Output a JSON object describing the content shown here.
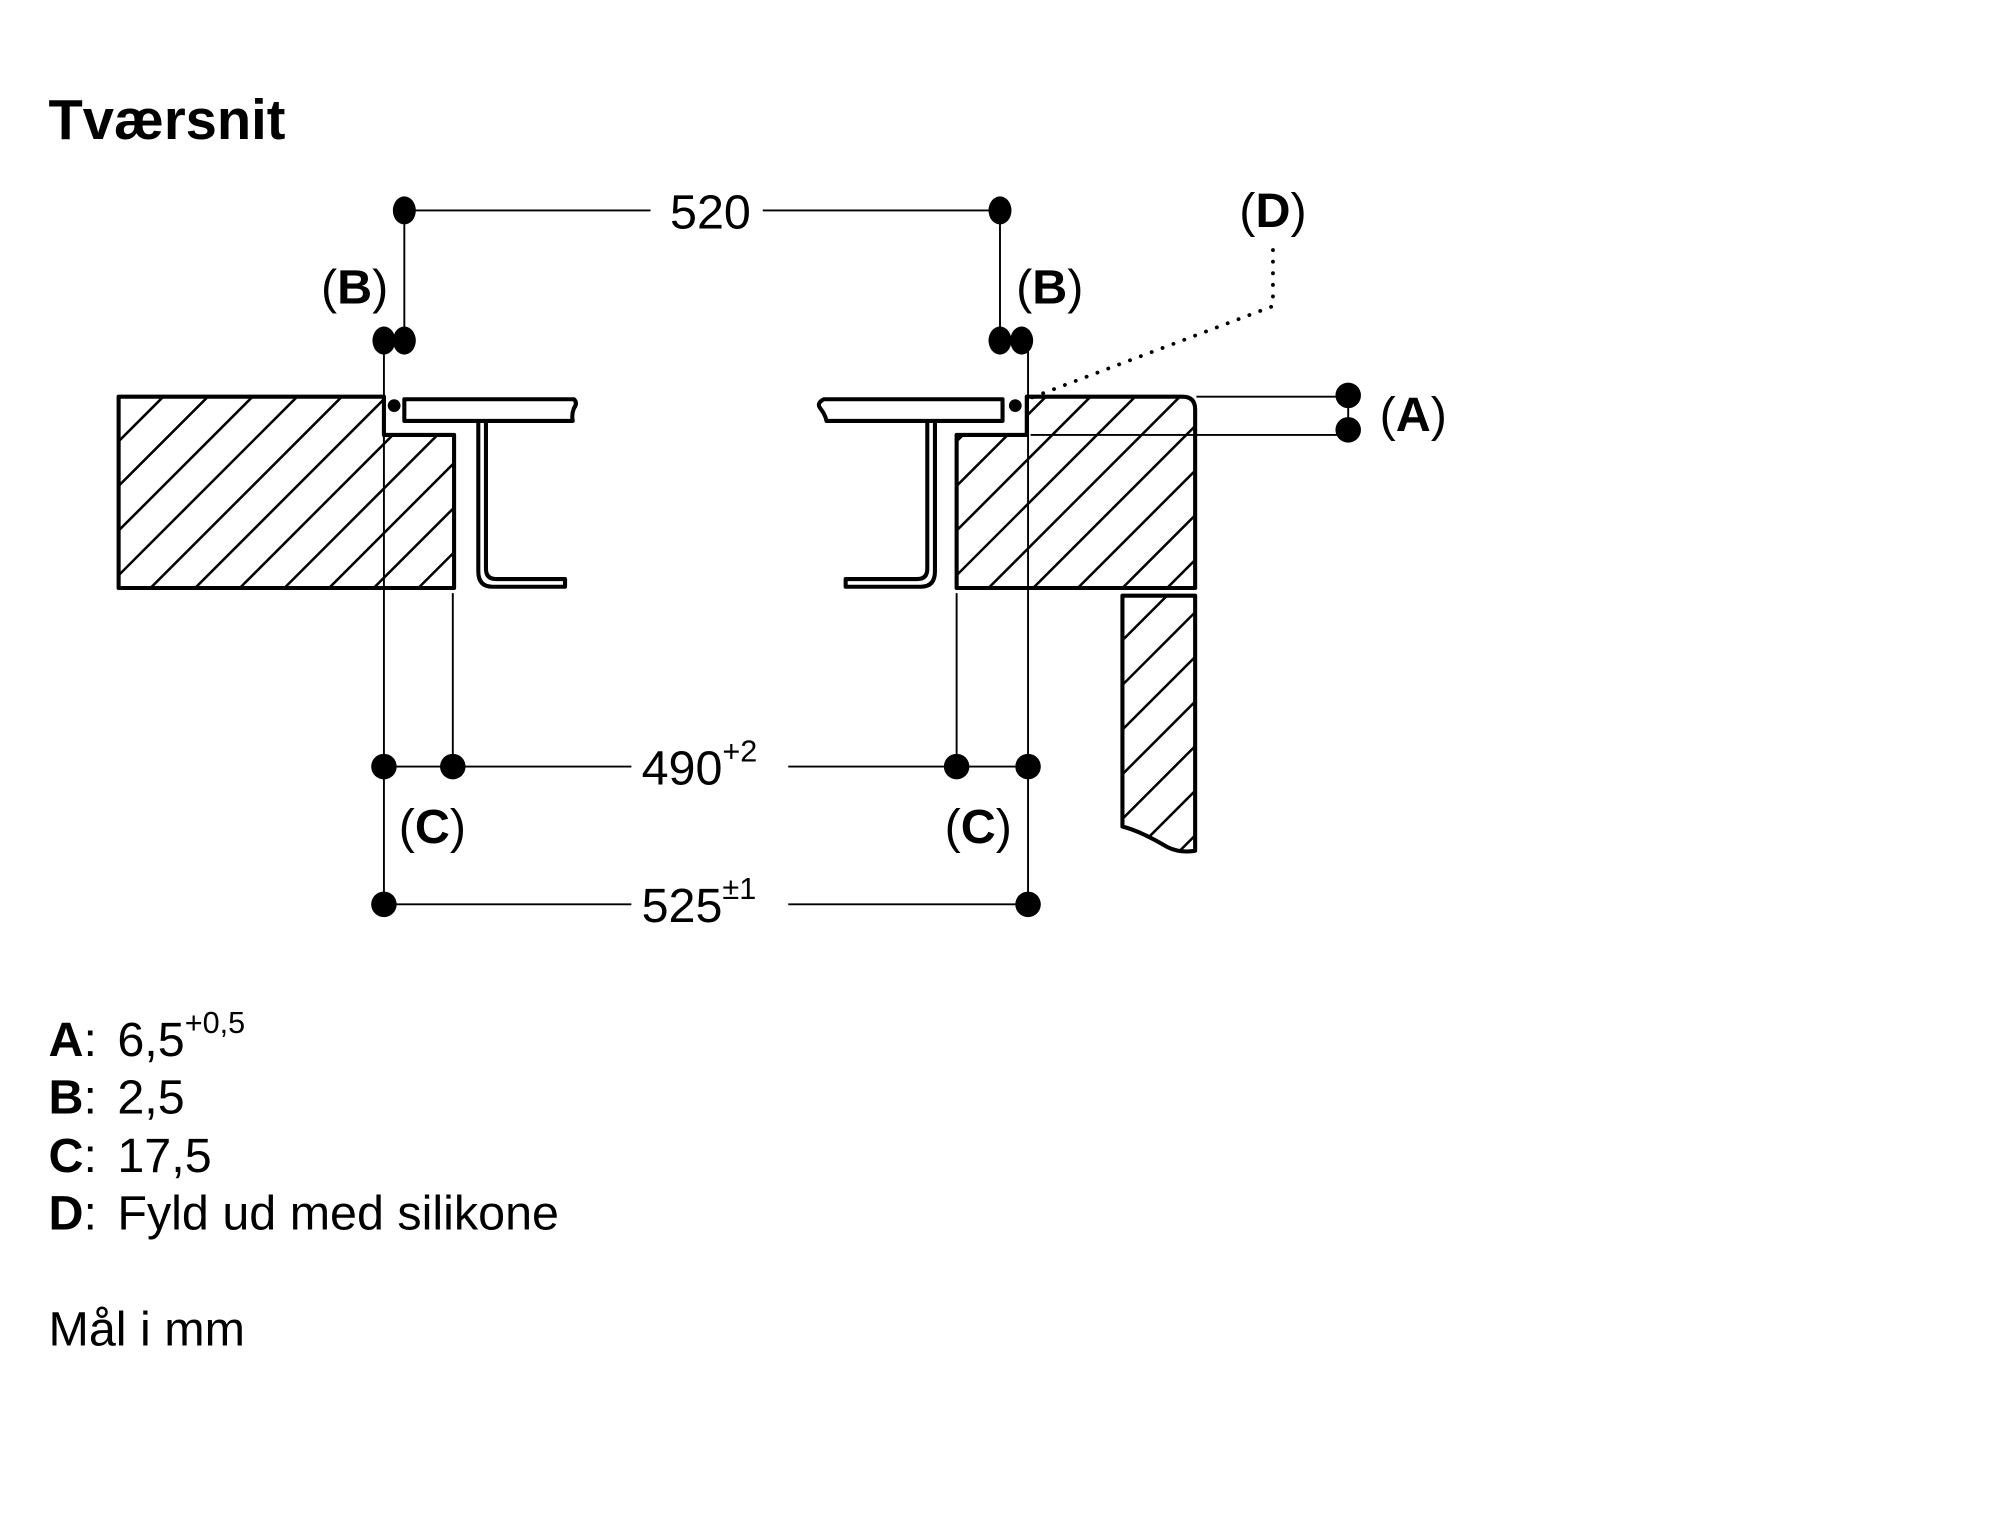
{
  "title": "Tværsnit",
  "dimensions": {
    "top_width": "520",
    "inner_width": "490",
    "inner_width_tol": "+2",
    "outer_width": "525",
    "outer_width_tol": "±1"
  },
  "callouts": {
    "a": {
      "open": "(",
      "key": "A",
      "close": ")"
    },
    "b_left": {
      "open": "(",
      "key": "B",
      "close": ")"
    },
    "b_right": {
      "open": "(",
      "key": "B",
      "close": ")"
    },
    "c_left": {
      "open": "(",
      "key": "C",
      "close": ")"
    },
    "c_right": {
      "open": "(",
      "key": "C",
      "close": ")"
    },
    "d": {
      "open": "(",
      "key": "D",
      "close": ")"
    }
  },
  "legend": [
    {
      "key": "A",
      "sep": ":",
      "value": "6,5",
      "tol": "+0,5"
    },
    {
      "key": "B",
      "sep": ":",
      "value": "2,5",
      "tol": ""
    },
    {
      "key": "C",
      "sep": ":",
      "value": "17,5",
      "tol": ""
    },
    {
      "key": "D",
      "sep": ":",
      "value": "Fyld ud med silikone",
      "tol": ""
    }
  ],
  "units_note": "Mål i mm"
}
